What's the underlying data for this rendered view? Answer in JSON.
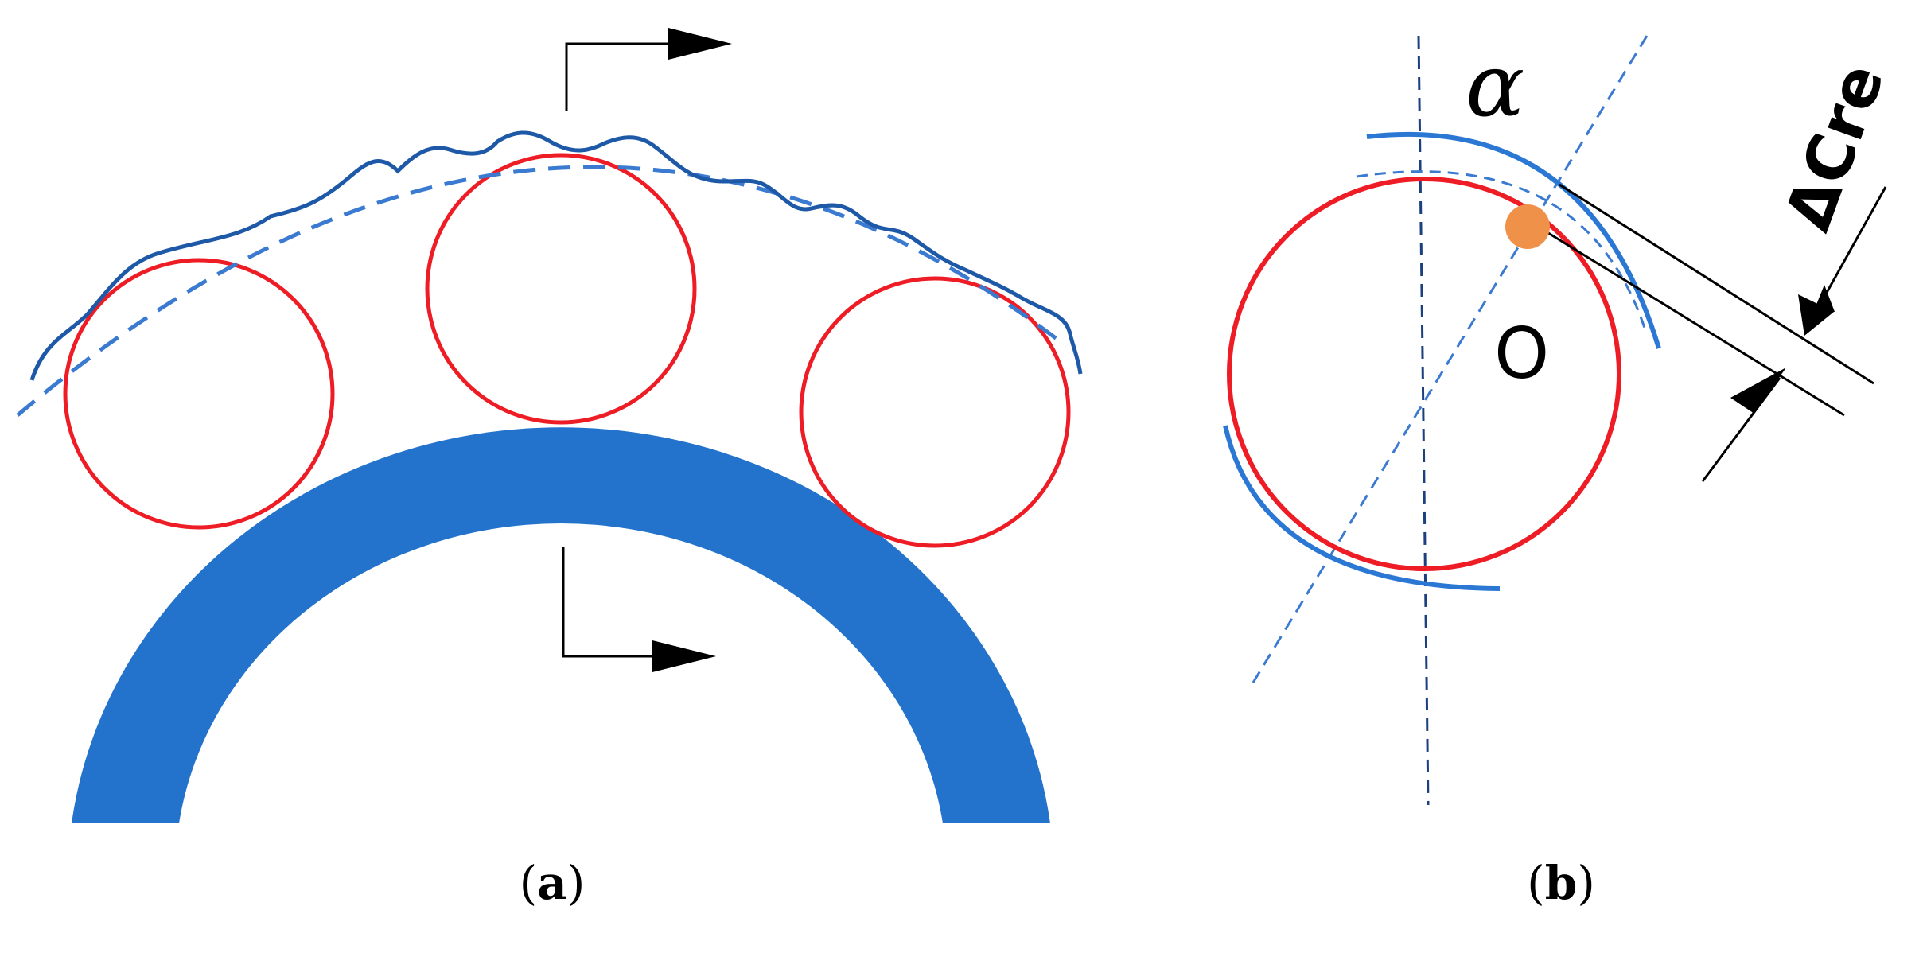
{
  "panel_a": {
    "caption_open": "(",
    "caption_letter": "a",
    "caption_close": ")",
    "colors": {
      "ring": "#2373cc",
      "roller": "#ee1c25",
      "profile": "#1e59a8",
      "nominal": "#3b7ad1",
      "arrow": "#000000"
    }
  },
  "panel_b": {
    "caption_open": "(",
    "caption_letter": "b",
    "caption_close": ")",
    "angle_label": "α",
    "center_label": "O",
    "clearance_label": "ΔCre",
    "colors": {
      "roller": "#ee1c25",
      "race_arc": "#2b78d4",
      "dashed_line": "#3b7ad1",
      "center_line": "#1c3f80",
      "contact_point": "#f0914a",
      "dimension": "#000000"
    }
  }
}
